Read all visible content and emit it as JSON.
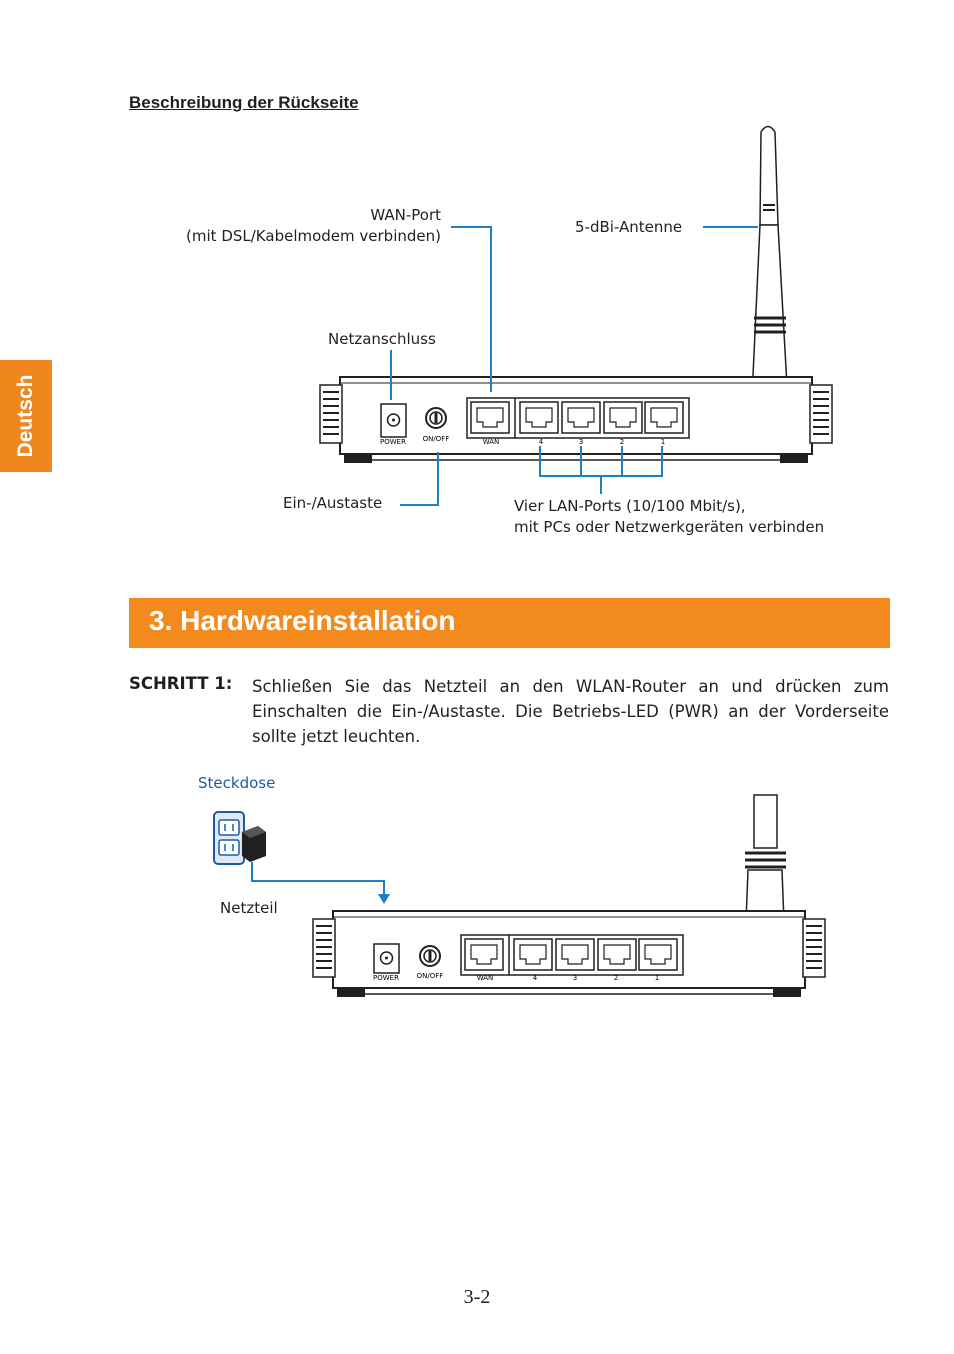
{
  "side_tab": {
    "label": "Deutsch"
  },
  "rear_description": {
    "heading": "Beschreibung der Rückseite",
    "callouts": {
      "wan_port_line1": "WAN-Port",
      "wan_port_line2": "(mit DSL/Kabelmodem verbinden)",
      "antenna": "5-dBi-Antenne",
      "power_connector": "Netzanschluss",
      "power_switch": "Ein-/Austaste",
      "lan_ports_line1": "Vier LAN-Ports (10/100 Mbit/s),",
      "lan_ports_line2": "mit PCs oder Netzwerkgeräten verbinden"
    }
  },
  "router_labels": {
    "power": "POWER",
    "onoff": "ON/OFF",
    "wan": "WAN",
    "port4": "4",
    "port3": "3",
    "port2": "2",
    "port1": "1"
  },
  "section": {
    "title": "3. Hardwareinstallation"
  },
  "step1": {
    "label": "SCHRITT 1:",
    "text": "Schließen Sie das Netzteil an den WLAN-Router an und drücken zum Einschalten die Ein-/Austaste. Die Betriebs-LED (PWR) an der Vorderseite sollte jetzt leuchten."
  },
  "install_diagram": {
    "outlet_label": "Steckdose",
    "adapter_label": "Netzteil"
  },
  "page_number": "3-2",
  "colors": {
    "accent_orange": "#f28a1e",
    "callout_blue": "#1f7fc4",
    "label_blue": "#1f5aa0"
  }
}
